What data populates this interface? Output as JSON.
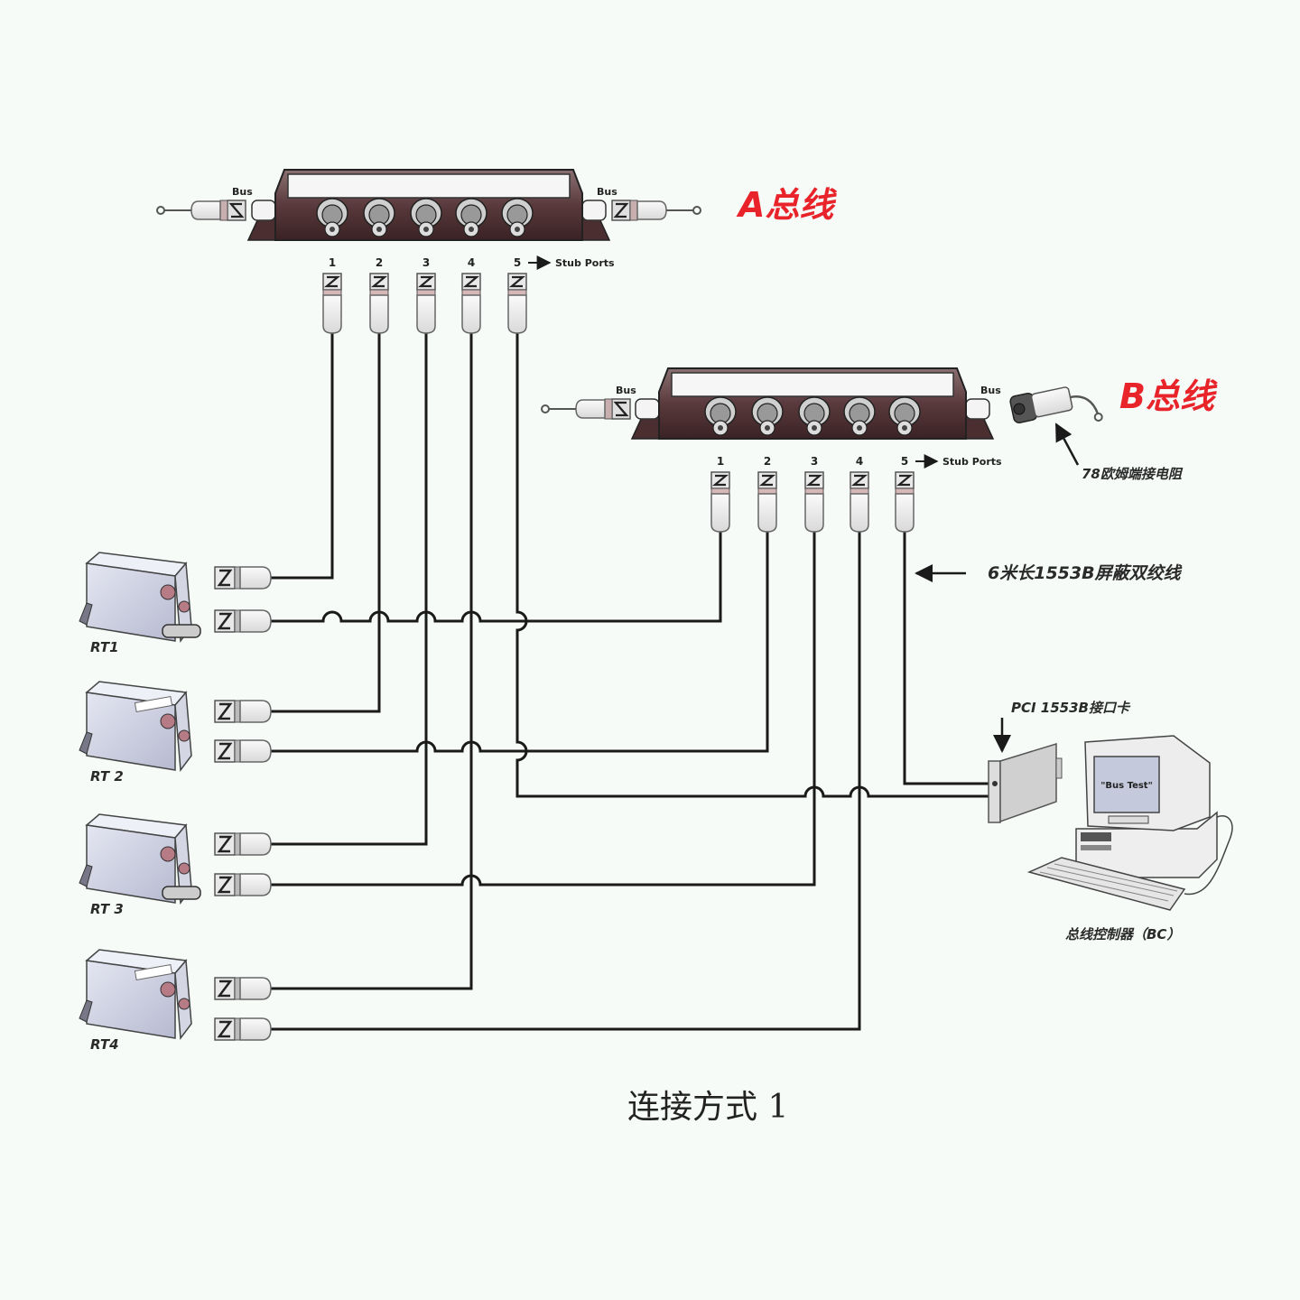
{
  "diagram": {
    "title": "MIL-STD-1553B bus connection diagram",
    "caption": "连接方式 1",
    "colors": {
      "bus_label": "#e8232a",
      "wire": "#1a1a1a",
      "background": "#f6fbf7",
      "coupler_body": "#5a3a3c"
    },
    "bus_a": {
      "label": "A总线",
      "left_port_label": "Bus",
      "right_port_label": "Bus",
      "stub_ports": [
        "1",
        "2",
        "3",
        "4",
        "5"
      ],
      "stub_ports_label": "Stub Ports"
    },
    "bus_b": {
      "label": "B总线",
      "left_port_label": "Bus",
      "right_port_label": "Bus",
      "stub_ports": [
        "1",
        "2",
        "3",
        "4",
        "5"
      ],
      "stub_ports_label": "Stub Ports",
      "terminator_label": "78欧姆端接电阻"
    },
    "cable_note": "6米长1553B屏蔽双绞线",
    "interface_card_label": "PCI 1553B接口卡",
    "screen_text": "\"Bus Test\"",
    "controller_label": "总线控制器（BC）",
    "remote_terminals": [
      {
        "label": "RT1"
      },
      {
        "label": "RT 2"
      },
      {
        "label": "RT 3"
      },
      {
        "label": "RT4"
      }
    ],
    "connections": [
      {
        "from": "A-1",
        "to": "RT1-A"
      },
      {
        "from": "B-1",
        "to": "RT1-B"
      },
      {
        "from": "A-2",
        "to": "RT2-A"
      },
      {
        "from": "B-2",
        "to": "RT2-B"
      },
      {
        "from": "A-3",
        "to": "RT3-A"
      },
      {
        "from": "B-3",
        "to": "RT3-B"
      },
      {
        "from": "A-4",
        "to": "RT4-A"
      },
      {
        "from": "B-4",
        "to": "RT4-B"
      },
      {
        "from": "A-5",
        "to": "BC-A"
      },
      {
        "from": "B-5",
        "to": "BC-B"
      }
    ]
  }
}
